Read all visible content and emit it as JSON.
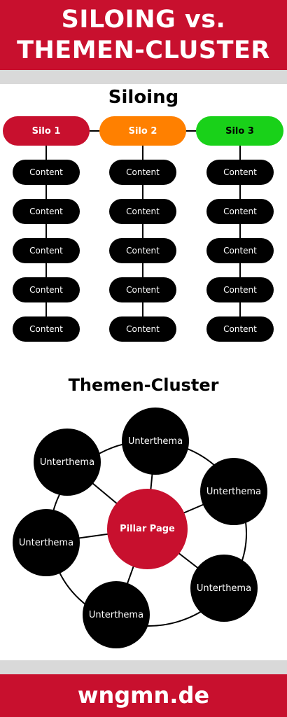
{
  "header": {
    "line1": "SILOING vs.",
    "line2": "THEMEN-CLUSTER"
  },
  "siloing": {
    "title": "Siloing",
    "silos": [
      {
        "label": "Silo 1",
        "color": "#c8102e"
      },
      {
        "label": "Silo 2",
        "color": "#ff8000"
      },
      {
        "label": "Silo 3",
        "color": "#19d119"
      }
    ],
    "content_label": "Content"
  },
  "cluster": {
    "title": "Themen-Cluster",
    "pillar_label": "Pillar Page",
    "subtopic_label": "Unterthema"
  },
  "footer": {
    "text": "wngmn.de"
  },
  "colors": {
    "brand_red": "#c8102e",
    "gray_band": "#d9d9d9"
  }
}
